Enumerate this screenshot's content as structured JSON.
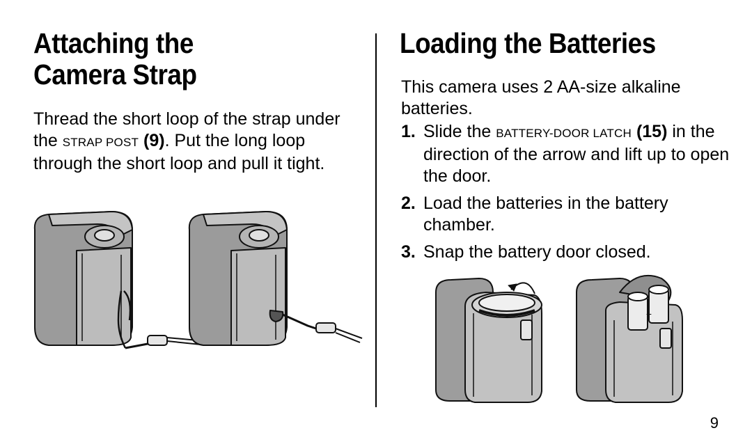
{
  "left": {
    "title_line1": "Attaching the",
    "title_line2": "Camera Strap",
    "para_a": "Thread the short loop of the strap under the ",
    "para_sc": "STRAP POST",
    "para_ref": "(9)",
    "para_b": ". Put the long loop through the short loop and pull it tight."
  },
  "right": {
    "title": "Loading the Batteries",
    "intro": "This camera uses 2 AA-size alkaline batteries.",
    "steps": [
      {
        "num": "1.",
        "pre": "Slide the ",
        "sc": "BATTERY-DOOR LATCH",
        "ref": "(15)",
        "post": " in the direction of the arrow  and lift up to open the door."
      },
      {
        "num": "2.",
        "text": "Load the batteries in the battery chamber."
      },
      {
        "num": "3.",
        "text": "Snap the battery door closed."
      }
    ]
  },
  "page_number": "9"
}
